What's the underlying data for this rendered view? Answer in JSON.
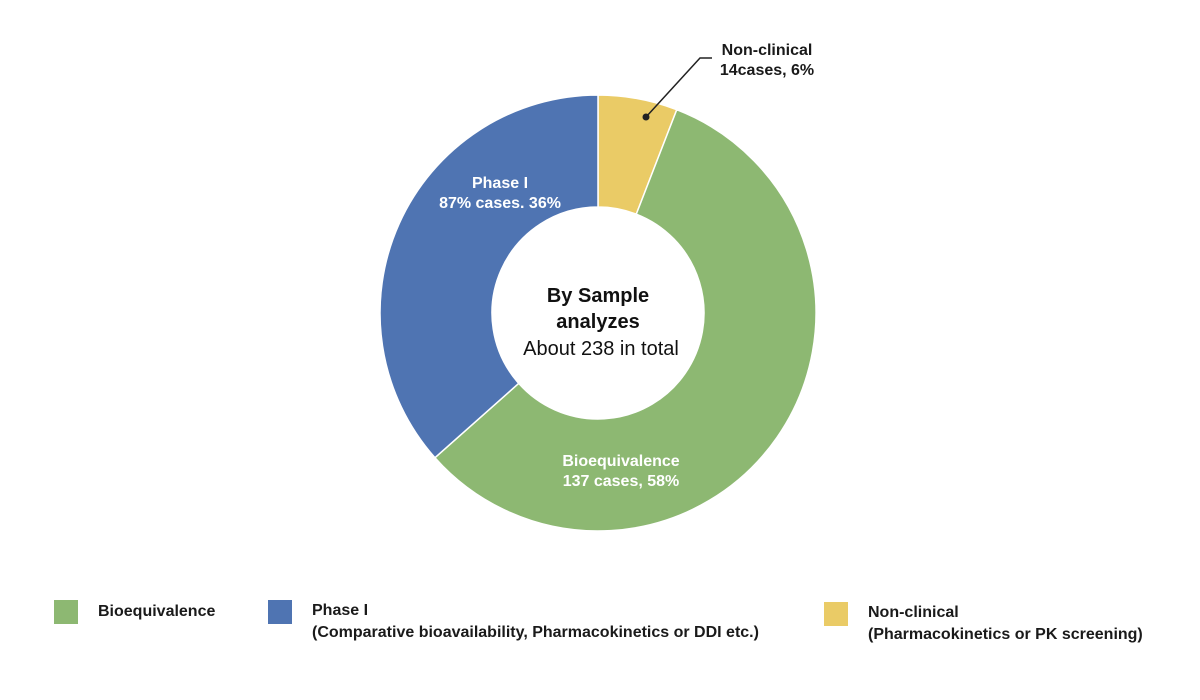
{
  "chart_data": {
    "type": "pie",
    "variant": "donut",
    "center": {
      "title_line1": "By Sample",
      "title_line2": "analyzes",
      "subtitle": "About 238 in total"
    },
    "slices": [
      {
        "key": "noncl",
        "value": 14,
        "percent": 6,
        "color": "#EACB66",
        "label_line1": "Non-clinical",
        "label_line2": "14cases, 6%"
      },
      {
        "key": "bioeq",
        "value": 137,
        "percent": 58,
        "color": "#8DB872",
        "label_line1": "Bioequivalence",
        "label_line2": "137 cases, 58%"
      },
      {
        "key": "phase1",
        "value": 87,
        "percent": 36,
        "color": "#4F74B2",
        "label_line1": "Phase I",
        "label_line2": "87% cases. 36%"
      }
    ],
    "legend": [
      {
        "key": "bioeq",
        "color": "#8DB872",
        "line1": "Bioequivalence",
        "line2": ""
      },
      {
        "key": "phase1",
        "color": "#4F74B2",
        "line1": "Phase I",
        "line2": "(Comparative bioavailability, Pharmacokinetics or DDI etc.)"
      },
      {
        "key": "noncl",
        "color": "#EACB66",
        "line1": "Non-clinical",
        "line2": "(Pharmacokinetics or PK screening)"
      }
    ],
    "legend_placement": "bottom"
  }
}
